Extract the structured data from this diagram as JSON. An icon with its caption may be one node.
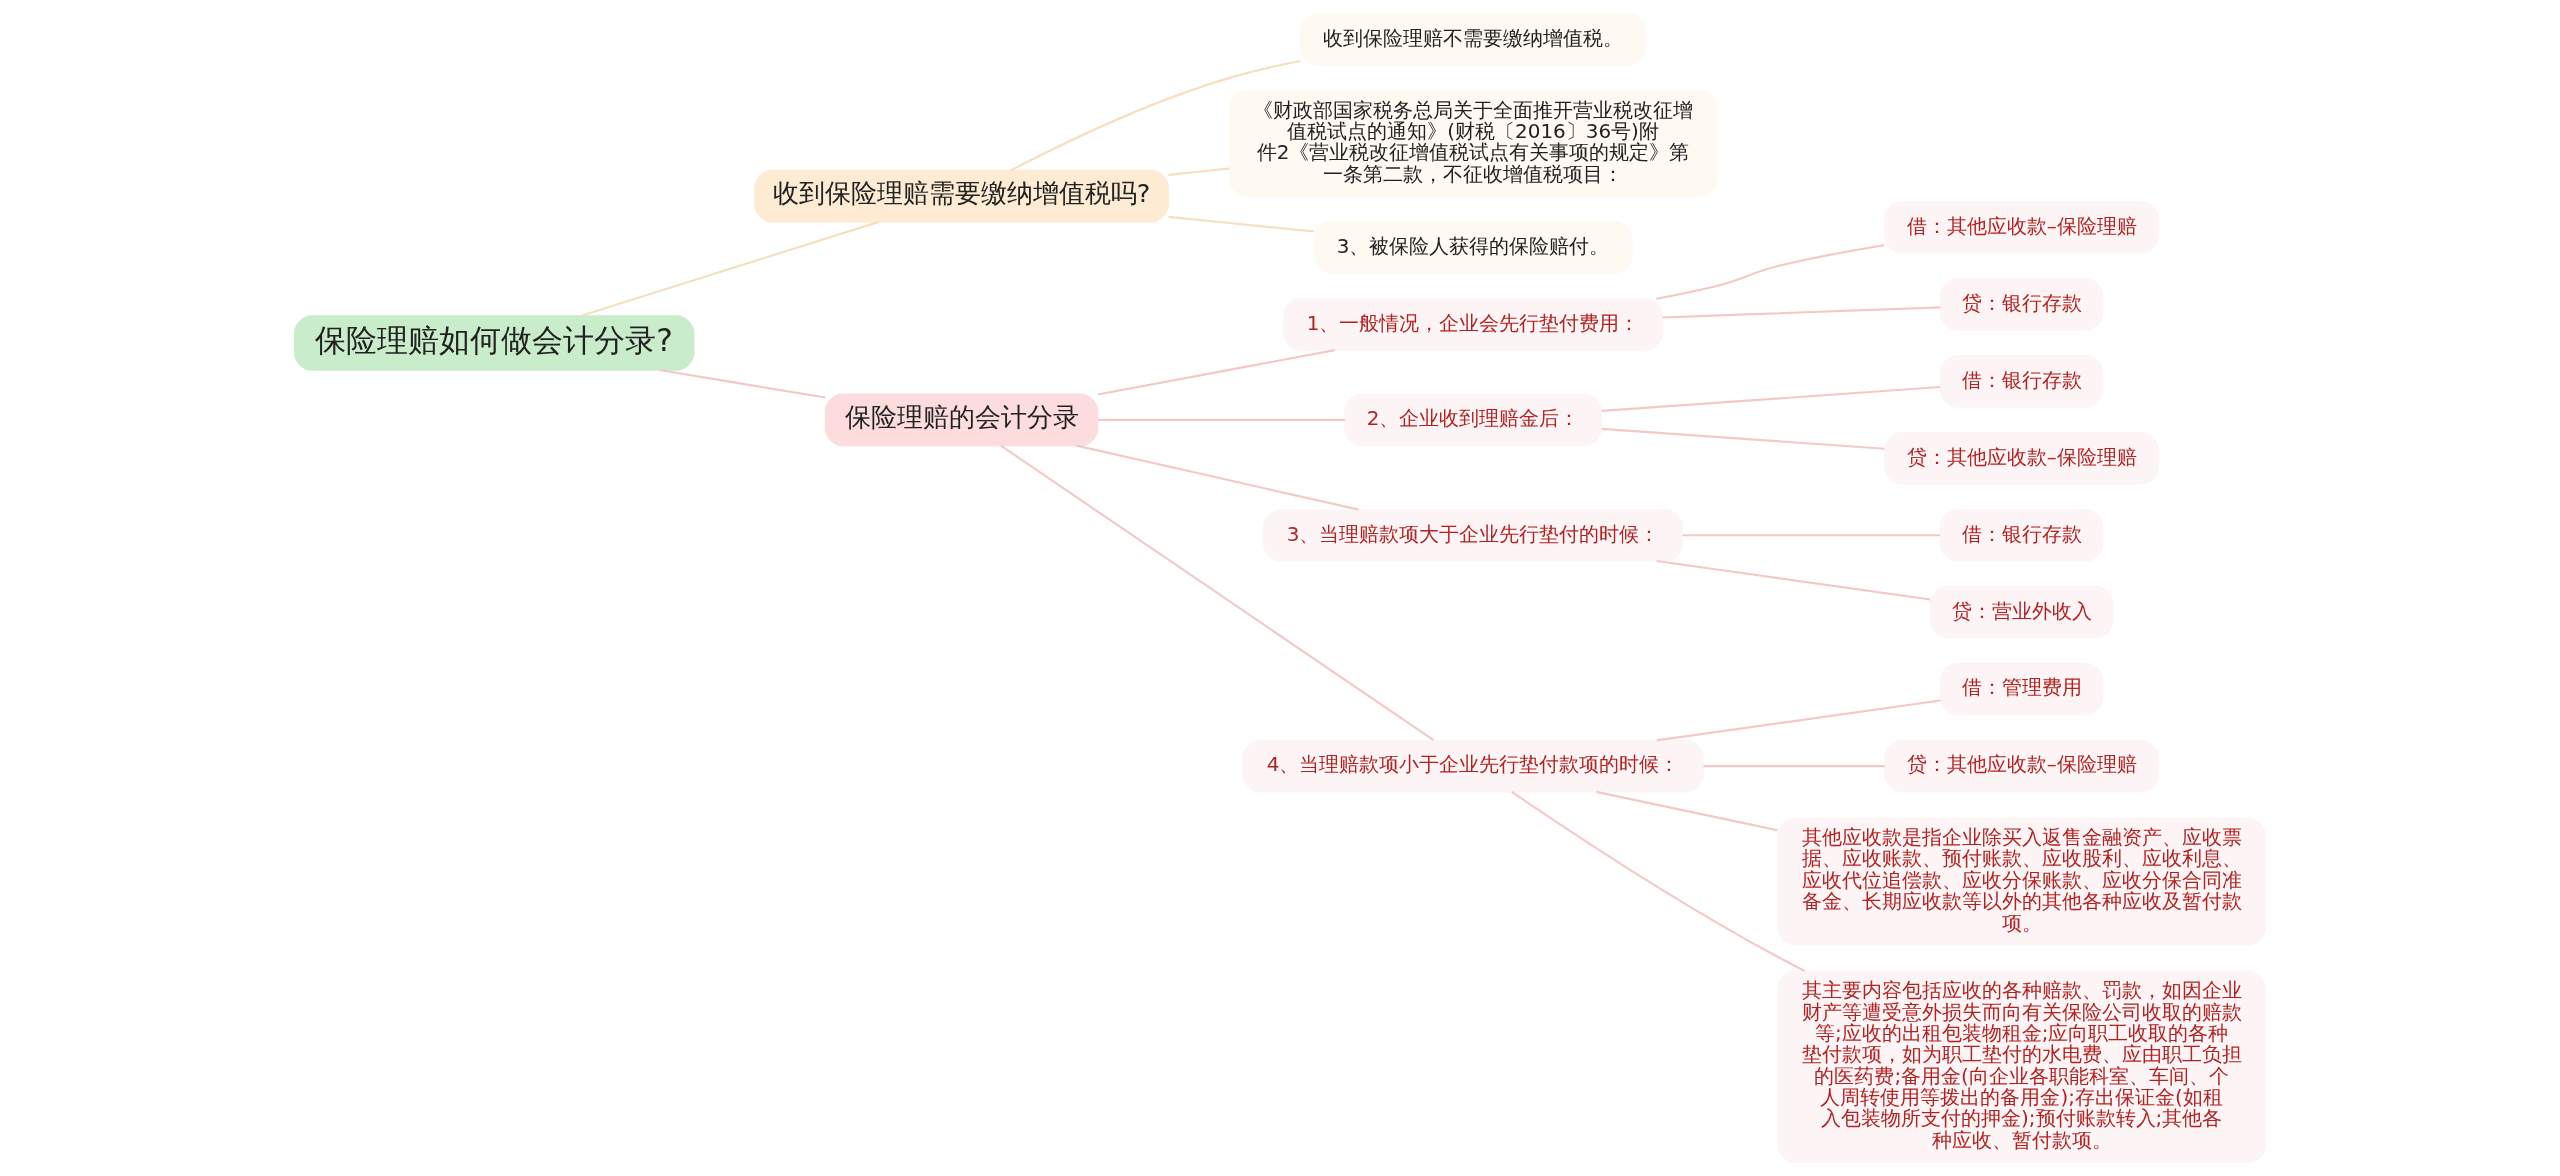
{
  "diagram": {
    "nodes": [
      {
        "text": [
          "保险理赔如何做会计分录?"
        ]
      },
      {
        "text": [
          "收到保险理赔需要缴纳增值税吗?"
        ]
      },
      {
        "text": [
          "收到保险理赔不需要缴纳增值税。"
        ]
      },
      {
        "text": [
          "《财政部国家税务总局关于全面推开营业税改征增值税试点的通知》(财税〔2016〕36号)附件2《营业税改征增值税试点有关事项的规定》第一条第二款，不征收增值税项目："
        ]
      },
      {
        "text": [
          "3、被保险人获得的保险赔付。"
        ]
      },
      {
        "text": [
          "保险理赔的会计分录"
        ]
      },
      {
        "text": [
          "1、一般情况，企业会先行垫付费用："
        ]
      },
      {
        "text": [
          "借：其他应收款–保险理赔"
        ]
      },
      {
        "text": [
          "贷：银行存款"
        ]
      },
      {
        "text": [
          "2、企业收到理赔金后："
        ]
      },
      {
        "text": [
          "借：银行存款"
        ]
      },
      {
        "text": [
          "贷：其他应收款–保险理赔"
        ]
      },
      {
        "text": [
          "3、当理赔款项大于企业先行垫付的时候："
        ]
      },
      {
        "text": [
          "借：银行存款"
        ]
      },
      {
        "text": [
          "贷：营业外收入"
        ]
      },
      {
        "text": [
          "4、当理赔款项小于企业先行垫付款项的时候："
        ]
      },
      {
        "text": [
          "借：管理费用"
        ]
      },
      {
        "text": [
          "贷：其他应收款–保险理赔"
        ]
      },
      {
        "text": [
          "其他应收款是指企业除买入返售金融资产、应收票据、应收账款、预付账款、应收股利、应收利息、应收代位追偿款、应收分保账款、应收分保合同准备金、长期应收款等以外的其他各种应收及暂付款项。"
        ]
      },
      {
        "text": [
          "其主要内容包括应收的各种赔款、罚款，如因企业财产等遭受意外损失而向有关保险公司收取的赔款等;应收的出租包装物租金;应向职工收取的各种垫付款项，如为职工垫付的水电费、应由职工负担的医药费;备用金(向企业各职能科室、车间、个人周转使用等拨出的备用金);存出保证金(如租入包装物所支付的押金);预付账款转入;其他各种应收、暂付款项。"
        ]
      }
    ],
    "edges": [
      {
        "from": 0,
        "to": 1,
        "arrow": "none"
      },
      {
        "from": 1,
        "to": 2,
        "arrow": "none"
      },
      {
        "from": 1,
        "to": 3,
        "arrow": "none"
      },
      {
        "from": 1,
        "to": 4,
        "arrow": "none"
      },
      {
        "from": 0,
        "to": 5,
        "arrow": "none"
      },
      {
        "from": 5,
        "to": 6,
        "arrow": "none"
      },
      {
        "from": 6,
        "to": 7,
        "arrow": "none"
      },
      {
        "from": 6,
        "to": 8,
        "arrow": "none"
      },
      {
        "from": 5,
        "to": 9,
        "arrow": "none"
      },
      {
        "from": 9,
        "to": 10,
        "arrow": "none"
      },
      {
        "from": 9,
        "to": 11,
        "arrow": "none"
      },
      {
        "from": 5,
        "to": 12,
        "arrow": "none"
      },
      {
        "from": 12,
        "to": 13,
        "arrow": "none"
      },
      {
        "from": 12,
        "to": 14,
        "arrow": "none"
      },
      {
        "from": 5,
        "to": 15,
        "arrow": "none"
      },
      {
        "from": 15,
        "to": 16,
        "arrow": "none"
      },
      {
        "from": 15,
        "to": 17,
        "arrow": "none"
      },
      {
        "from": 15,
        "to": 18,
        "arrow": "none"
      },
      {
        "from": 15,
        "to": 19,
        "arrow": "none"
      }
    ]
  }
}
